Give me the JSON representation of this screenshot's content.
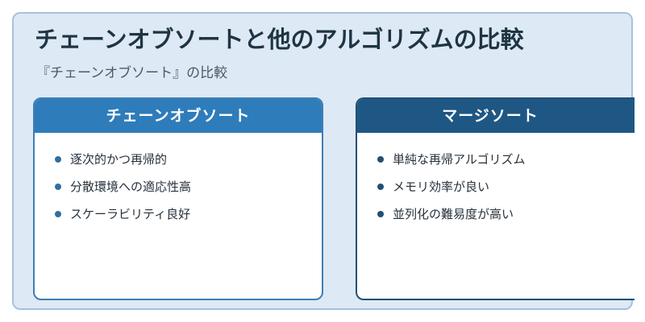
{
  "slide": {
    "title": "チェーンオブソートと他のアルゴリズムの比較",
    "subtitle": "『チェーンオブソート』の比較"
  },
  "cards": [
    {
      "heading": "チェーンオブソート",
      "items": [
        "逐次的かつ再帰的",
        "分散環境への適応性高",
        "スケーラビリティ良好"
      ]
    },
    {
      "heading": "マージソート",
      "items": [
        "単純な再帰アルゴリズム",
        "メモリ効率が良い",
        "並列化の難易度が高い"
      ]
    }
  ]
}
